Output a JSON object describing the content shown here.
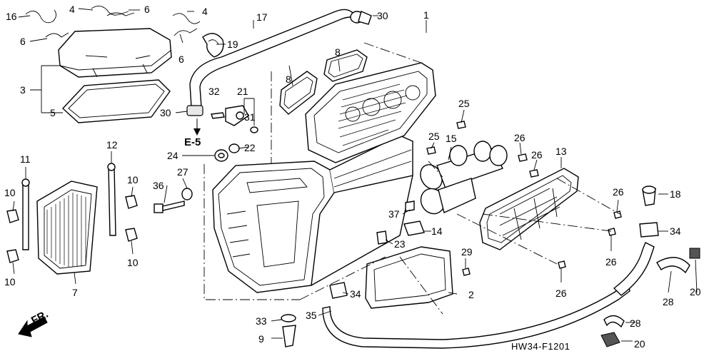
{
  "figure_code": "HW34-F1201",
  "direction_label": "FR.",
  "reference_label": "E-5",
  "callouts": [
    "1",
    "2",
    "3",
    "4",
    "4",
    "5",
    "6",
    "6",
    "6",
    "7",
    "8",
    "8",
    "9",
    "10",
    "10",
    "10",
    "10",
    "11",
    "12",
    "13",
    "14",
    "15",
    "16",
    "17",
    "18",
    "19",
    "20",
    "20",
    "21",
    "22",
    "23",
    "24",
    "25",
    "25",
    "26",
    "26",
    "26",
    "26",
    "26",
    "27",
    "28",
    "28",
    "29",
    "30",
    "30",
    "31",
    "32",
    "33",
    "34",
    "34",
    "35",
    "36",
    "37"
  ]
}
